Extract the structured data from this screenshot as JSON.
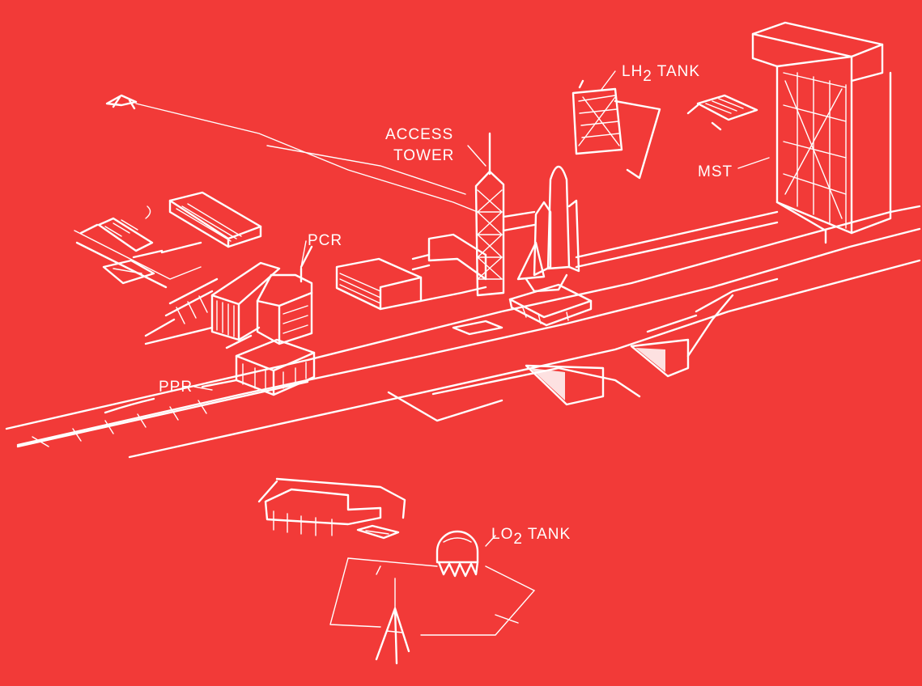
{
  "colors": {
    "background": "#f23a38",
    "ink": "#ffffff"
  },
  "labels": {
    "lh2_main": "LH",
    "lh2_sub": "2",
    "lh2_tail": " TANK",
    "access_line1": "ACCESS",
    "access_line2": "TOWER",
    "mst": "MST",
    "pcr": "PCR",
    "ppr": "PPR",
    "lo2_main": "LO",
    "lo2_sub": "2",
    "lo2_tail": " TANK"
  }
}
